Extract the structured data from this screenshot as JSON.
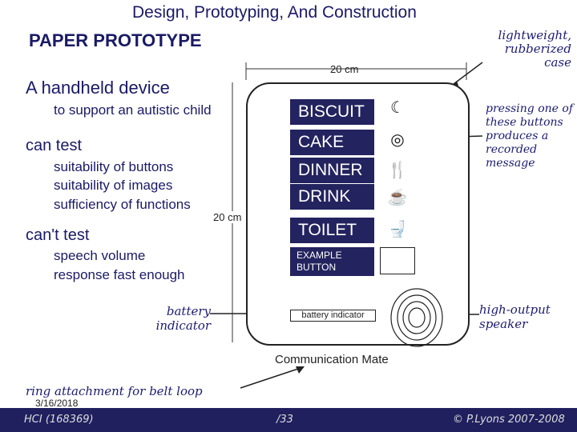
{
  "header": {
    "title": "Design, Prototyping, And Construction",
    "subtitle": "PAPER PROTOTYPE"
  },
  "left": {
    "heading": "A handheld device",
    "purpose": "to support an autistic child",
    "can_test_heading": "can test",
    "can_test_items": [
      "suitability of buttons",
      "suitability of images",
      "sufficiency of functions"
    ],
    "cant_test_heading": "can't test",
    "cant_test_items": [
      "speech volume",
      "response fast enough"
    ]
  },
  "dimensions": {
    "width": "20 cm",
    "height": "20 cm"
  },
  "device": {
    "buttons": [
      {
        "label": "BISCUIT",
        "icon": "crescent-icon",
        "glyph": "☾"
      },
      {
        "label": "CAKE",
        "icon": "cake-icon",
        "glyph": "◎"
      },
      {
        "label": "DINNER",
        "icon": "cutlery-icon",
        "glyph": "🍴"
      },
      {
        "label": "DRINK",
        "icon": "cup-icon",
        "glyph": "☕"
      },
      {
        "label": "TOILET",
        "icon": "toilet-icon",
        "glyph": "🚽"
      }
    ],
    "example_button": "EXAMPLE BUTTON",
    "battery_label": "battery indicator",
    "name": "Communication Mate"
  },
  "annotations": {
    "case": "lightweight, rubberized case",
    "pressing": "pressing one of these buttons produces a recorded message",
    "battery": "battery indicator",
    "speaker": "high-output speaker",
    "ring": "ring attachment for belt loop"
  },
  "footer": {
    "date": "3/16/2018",
    "course": "HCI (168369)",
    "page": "/33",
    "copyright": "© P.Lyons 2007-2008"
  },
  "colors": {
    "accent": "#1a1a66",
    "button_fill": "#23235f",
    "footer_bg": "#20205f"
  }
}
